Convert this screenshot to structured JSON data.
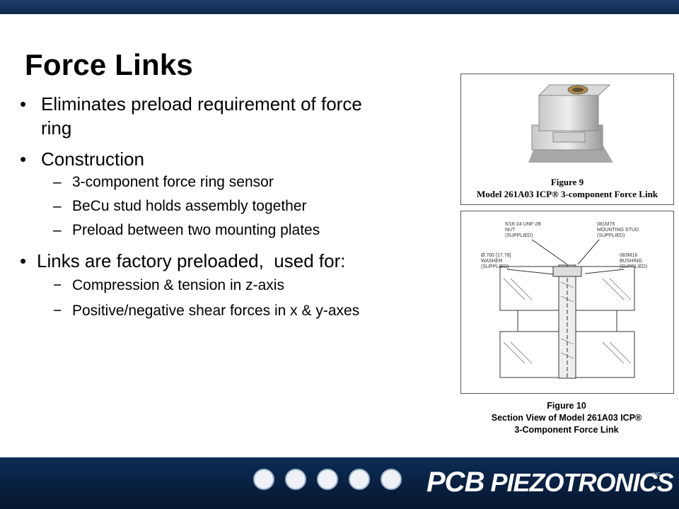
{
  "slide": {
    "title": "Force Links",
    "bullets": [
      {
        "text": "Eliminates preload requirement of force ring"
      },
      {
        "text": "Construction"
      },
      {
        "text": "Links are factory preloaded,  used for:"
      }
    ],
    "construction_sub": [
      {
        "text": "3-component force ring sensor"
      },
      {
        "text": "BeCu stud holds assembly together"
      },
      {
        "text": "Preload between two mounting plates"
      }
    ],
    "usage_sub": [
      {
        "text": "Compression & tension in z-axis"
      },
      {
        "text": "Positive/negative shear forces in x & y-axes"
      }
    ]
  },
  "figure9": {
    "caption_line1": "Figure 9",
    "caption_line2": "Model 261A03 ICP® 3-component Force Link"
  },
  "figure10": {
    "callouts": {
      "nut": [
        "5/16-24 UNF-2B",
        "NUT",
        "(SUPPLIED)"
      ],
      "stud": [
        "081M75",
        "MOUNTING STUD",
        "(SUPPLIED)"
      ],
      "washer": [
        "Ø.700 [17.78]",
        "WASHER",
        "(SUPPLIED)"
      ],
      "bushing": [
        "083M16",
        "BUSHING",
        "(SUPPLIED)"
      ]
    },
    "caption_line1": "Figure 10",
    "caption_line2": "Section View of Model 261A03 ICP®",
    "caption_line3": "3-Component Force Link"
  },
  "branding": {
    "logo_text_pcb": "PCB",
    "logo_text_rest": "PIEZOTRONICS",
    "logo_suffix": "INC."
  },
  "colors": {
    "band": "#0e2547",
    "text": "#000000"
  }
}
